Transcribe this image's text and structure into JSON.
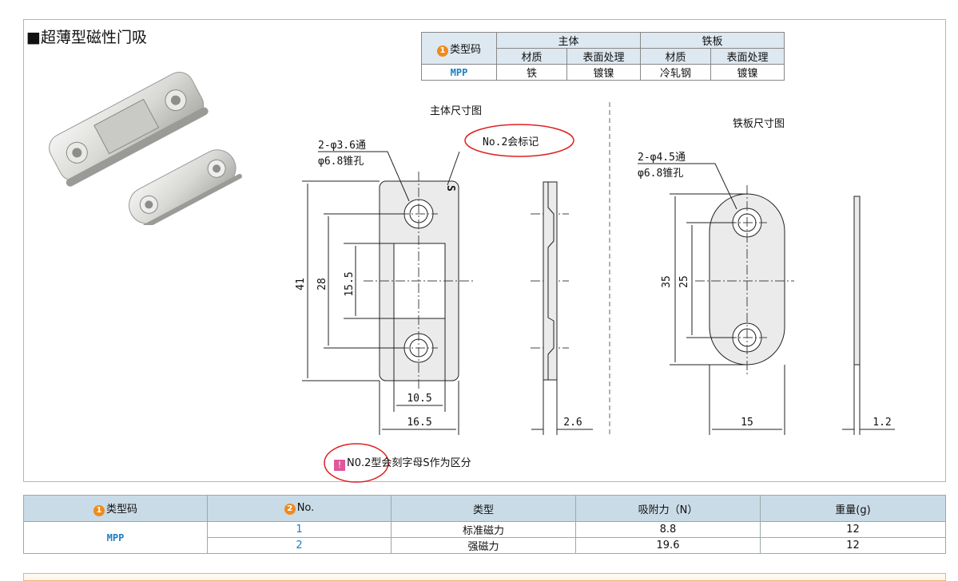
{
  "title": "■超薄型磁性门吸",
  "spec_table": {
    "type_code_label": "类型码",
    "main_body": "主体",
    "iron_plate": "铁板",
    "material": "材质",
    "surface": "表面处理",
    "row": {
      "code": "MPP",
      "body_material": "铁",
      "body_surface": "镀镍",
      "plate_material": "冷轧钢",
      "plate_surface": "镀镍"
    }
  },
  "drawing": {
    "body_title": "主体尺寸图",
    "plate_title": "铁板尺寸图",
    "body_hole_1": "2-φ3.6通",
    "body_hole_2": "φ6.8锥孔",
    "plate_hole_1": "2-φ4.5通",
    "plate_hole_2": "φ6.8锥孔",
    "callout": "No.2会标记",
    "mark": "S",
    "dims": {
      "d41": "41",
      "d28": "28",
      "d155": "15.5",
      "d105": "10.5",
      "d165": "16.5",
      "d26": "2.6",
      "d35": "35",
      "d25": "25",
      "d15": "15",
      "d12": "1.2"
    }
  },
  "note": {
    "text": "N0.2型会刻字母S作为区分"
  },
  "bottom_table": {
    "headers": {
      "type_code": "类型码",
      "no": "No.",
      "type": "类型",
      "force": "吸附力（N）",
      "weight": "重量(g)"
    },
    "code": "MPP",
    "rows": [
      {
        "no": "1",
        "type": "标准磁力",
        "force": "8.8",
        "weight": "12"
      },
      {
        "no": "2",
        "type": "强磁力",
        "force": "19.6",
        "weight": "12"
      }
    ]
  },
  "colors": {
    "accent": "#1a7fc1",
    "badge": "#f08a1d",
    "highlight": "#e02020",
    "header_bg": "#c9dbe6"
  }
}
